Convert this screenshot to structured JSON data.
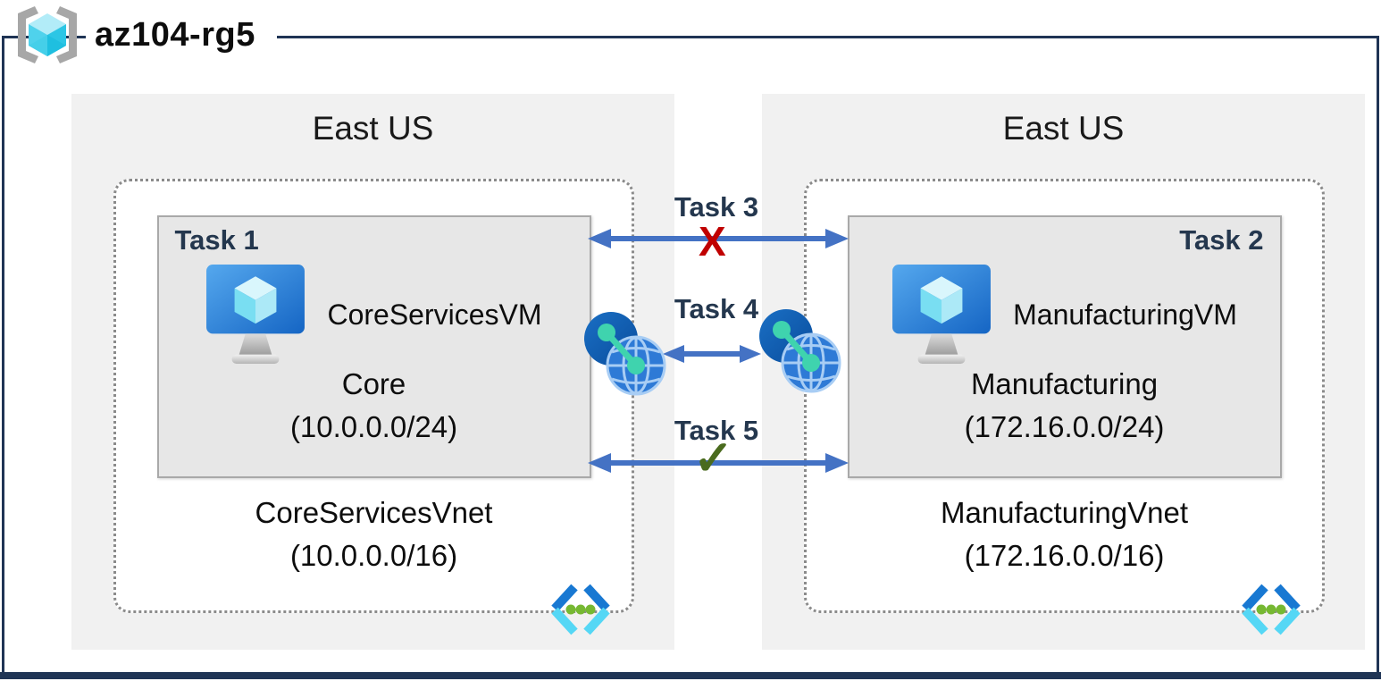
{
  "header": {
    "title": "az104-rg5"
  },
  "regions": [
    {
      "name": "East US",
      "subnet": {
        "task_label": "Task 1",
        "vm_name": "CoreServicesVM",
        "name": "Core",
        "cidr": "(10.0.0.0/24)"
      },
      "vnet": {
        "name": "CoreServicesVnet",
        "cidr": "(10.0.0.0/16)"
      }
    },
    {
      "name": "East US",
      "subnet": {
        "task_label": "Task 2",
        "vm_name": "ManufacturingVM",
        "name": "Manufacturing",
        "cidr": "(172.16.0.0/24)"
      },
      "vnet": {
        "name": "ManufacturingVnet",
        "cidr": "(172.16.0.0/16)"
      }
    }
  ],
  "connections": [
    {
      "label": "Task 3",
      "marker": "X"
    },
    {
      "label": "Task 4",
      "marker": ""
    },
    {
      "label": "Task 5",
      "marker": "✓"
    }
  ],
  "icons": {
    "resource_group": "resource-group-icon",
    "virtual_machine": "virtual-machine-icon",
    "virtual_network": "virtual-network-icon",
    "peering": "network-peering-icon"
  },
  "colors": {
    "frame_navy": "#1f3455",
    "region_bg": "#f1f1f1",
    "subnet_bg": "#e7e7e7",
    "arrow_blue": "#4472c4",
    "task_label": "#24374e",
    "blocked_x": "#c00000",
    "allowed_check": "#4a6b1e"
  }
}
